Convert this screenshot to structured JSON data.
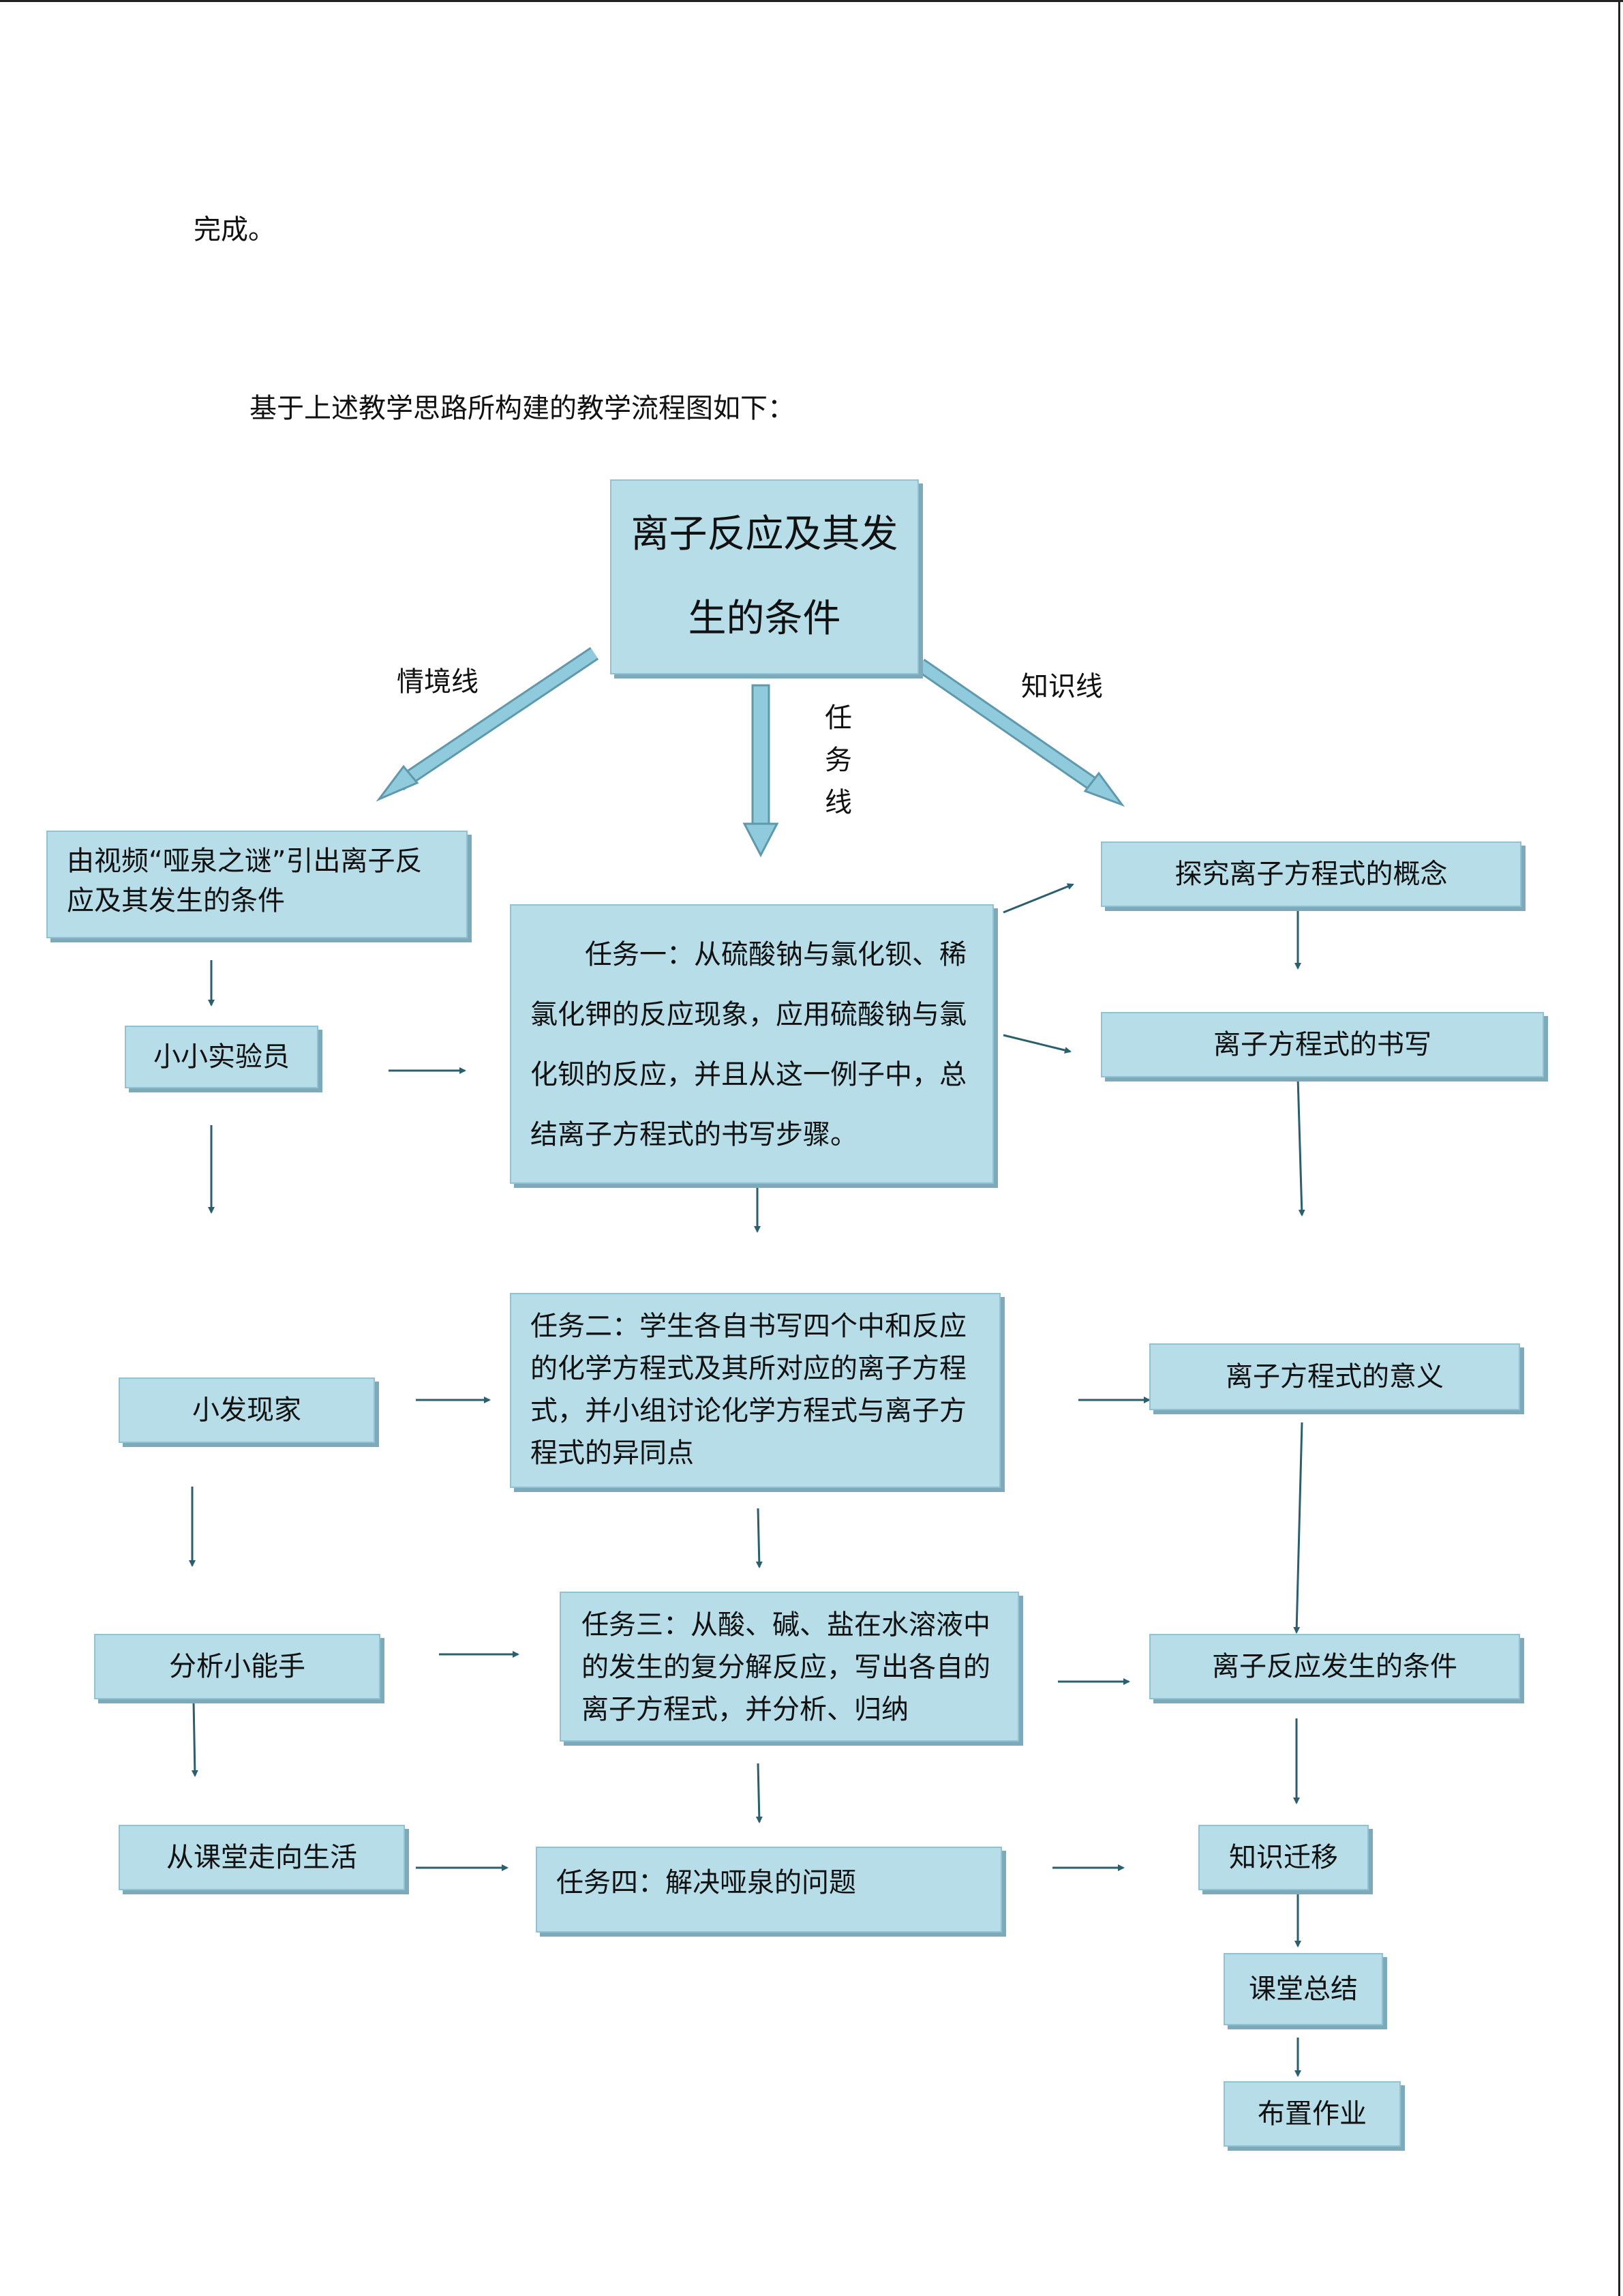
{
  "document": {
    "line_above": "完成。",
    "intro": "基于上述教学思路所构建的教学流程图如下："
  },
  "diagram": {
    "title": "离子反应及其发生的条件",
    "labels": {
      "scenario_line": "情境线",
      "task_line": [
        "任",
        "务",
        "线"
      ],
      "knowledge_line": "知识线"
    },
    "scenario": [
      "由视频“哑泉之谜”引出离子反应及其发生的条件",
      "小小实验员",
      "小发现家",
      "分析小能手",
      "从课堂走向生活"
    ],
    "tasks": [
      "任务一：从硫酸钠与氯化钡、稀氯化钾的反应现象，应用硫酸钠与氯化钡的反应，并且从这一例子中，总结离子方程式的书写步骤。",
      "任务二：学生各自书写四个中和反应的化学方程式及其所对应的离子方程式，并小组讨论化学方程式与离子方程式的异同点",
      "任务三：从酸、碱、盐在水溶液中的发生的复分解反应，写出各自的离子方程式，并分析、归纳",
      "任务四：解决哑泉的问题"
    ],
    "knowledge": [
      "探究离子方程式的概念",
      "离子方程式的书写",
      "离子方程式的意义",
      "离子反应发生的条件",
      "知识迁移",
      "课堂总结",
      "布置作业"
    ]
  },
  "colors": {
    "box_fill": "#b7dde8",
    "box_shadow": "#7ea9b8",
    "connector": "#2c5f6e",
    "block_arrow": "#8fcbdc"
  }
}
